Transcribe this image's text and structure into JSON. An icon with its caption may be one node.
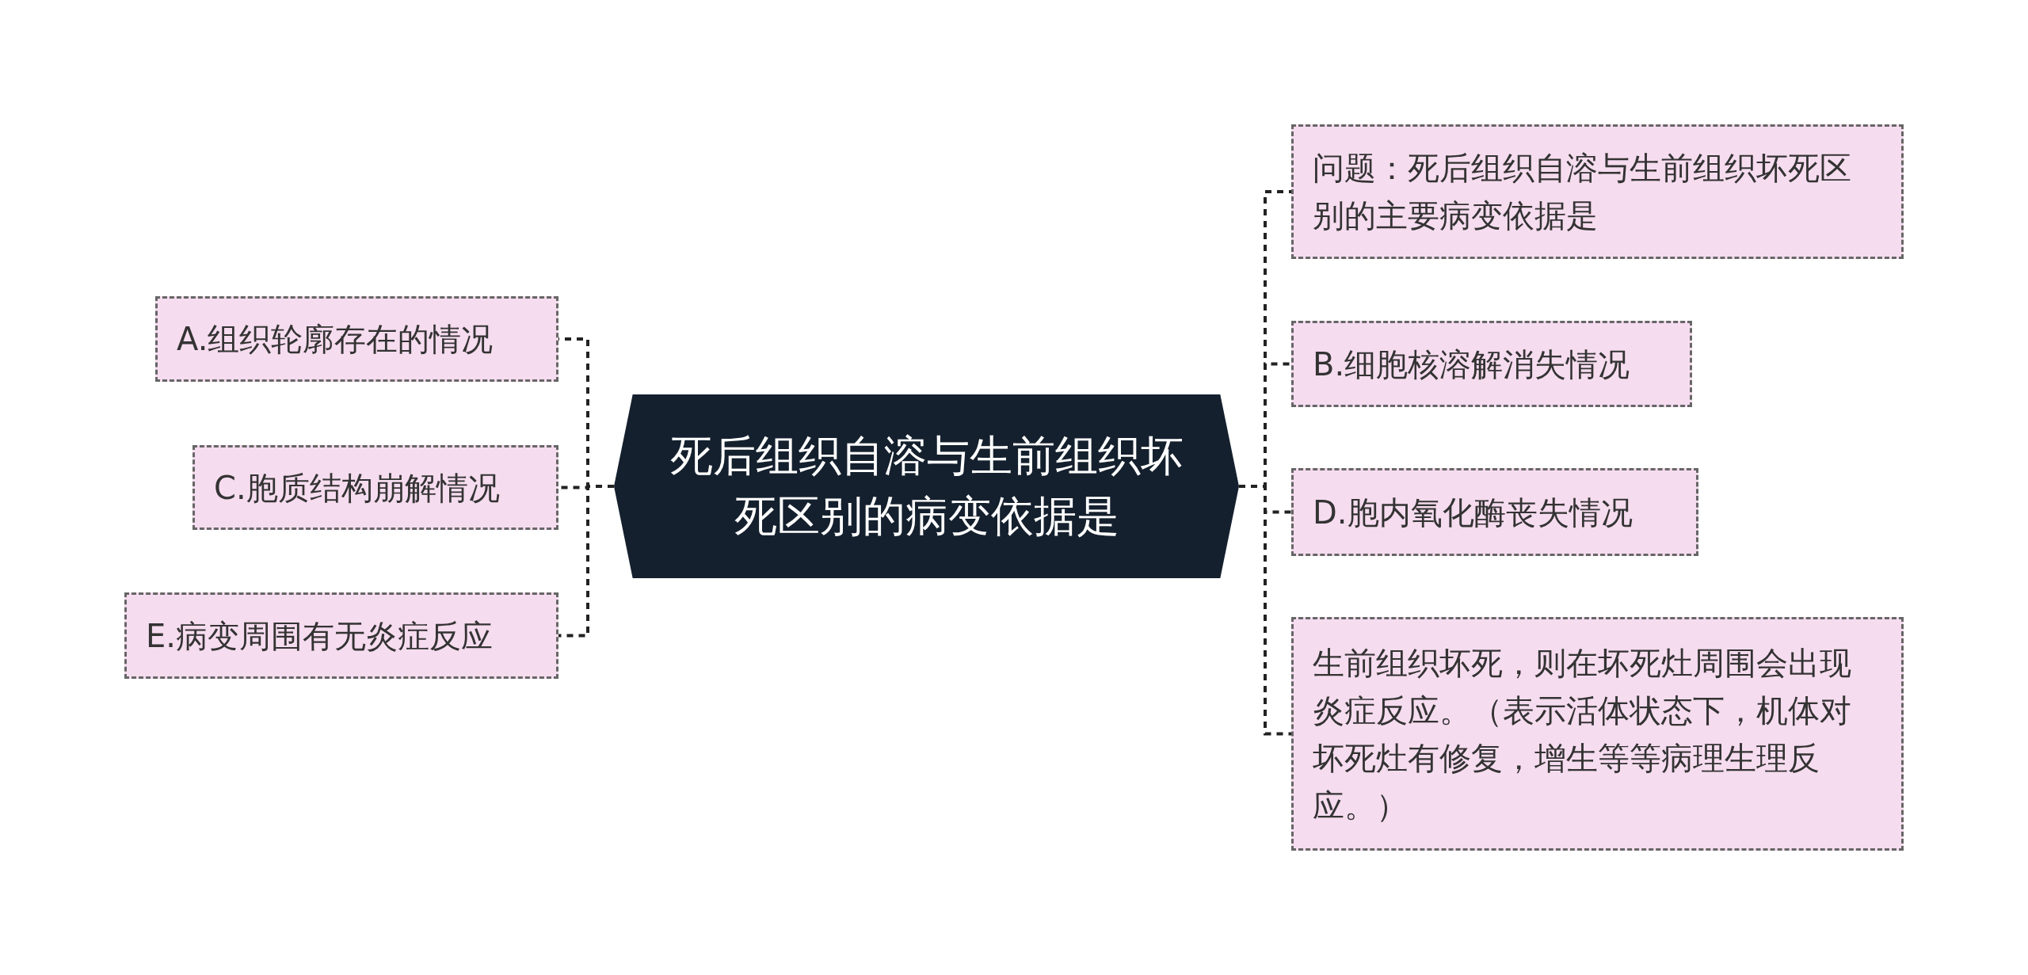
{
  "diagram": {
    "nodes": [
      {
        "text": [
          "死后组织自溶与生前组织坏死区别的病变依据是"
        ]
      },
      {
        "text": [
          "A.组织轮廓存在的情况"
        ]
      },
      {
        "text": [
          "C.胞质结构崩解情况"
        ]
      },
      {
        "text": [
          "E.病变周围有无炎症反应"
        ]
      },
      {
        "text": [
          "问题：死后组织自溶与生前组织坏死区别的主要病变依据是"
        ]
      },
      {
        "text": [
          "B.细胞核溶解消失情况"
        ]
      },
      {
        "text": [
          "D.胞内氧化酶丧失情况"
        ]
      },
      {
        "text": [
          "生前组织坏死，则在坏死灶周围会出现炎症反应。（表示活体状态下，机体对坏死灶有修复，增生等等病理生理反应。）"
        ]
      }
    ],
    "edges": [
      {
        "from": 0,
        "to": 1,
        "arrow": "none"
      },
      {
        "from": 0,
        "to": 2,
        "arrow": "none"
      },
      {
        "from": 0,
        "to": 3,
        "arrow": "none"
      },
      {
        "from": 0,
        "to": 4,
        "arrow": "none"
      },
      {
        "from": 0,
        "to": 5,
        "arrow": "none"
      },
      {
        "from": 0,
        "to": 6,
        "arrow": "none"
      },
      {
        "from": 0,
        "to": 7,
        "arrow": "none"
      }
    ]
  }
}
